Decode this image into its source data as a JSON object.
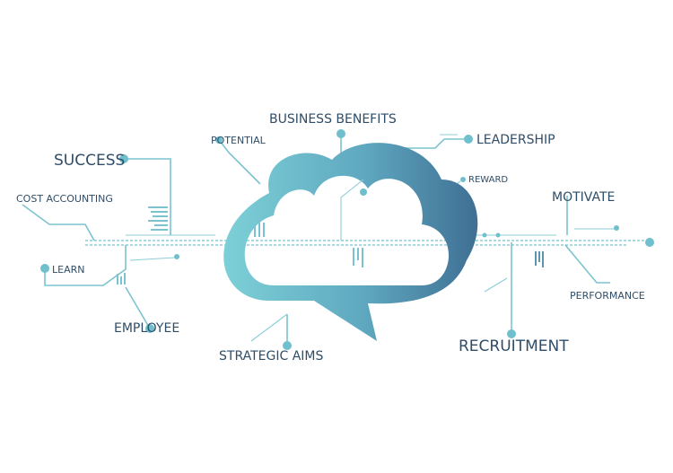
{
  "labels": {
    "business_benefits": "BUSINESS BENEFITS",
    "potential": "POTENTIAL",
    "leadership": "LEADERSHIP",
    "reward": "REWARD",
    "success": "SUCCESS",
    "cost_accounting": "COST ACCOUNTING",
    "motivate": "MOTIVATE",
    "learn": "LEARN",
    "performance": "PERFORMANCE",
    "employee": "EMPLOYEE",
    "strategic_aims": "STRATEGIC AIMS",
    "recruitment": "RECRUITMENT"
  },
  "colors": {
    "text": "#2f4d68",
    "circuit": "#7cc3cf",
    "node": "#6fbfcd",
    "cloud_light": "#6cc0cc",
    "cloud_dark": "#3f6f93"
  }
}
